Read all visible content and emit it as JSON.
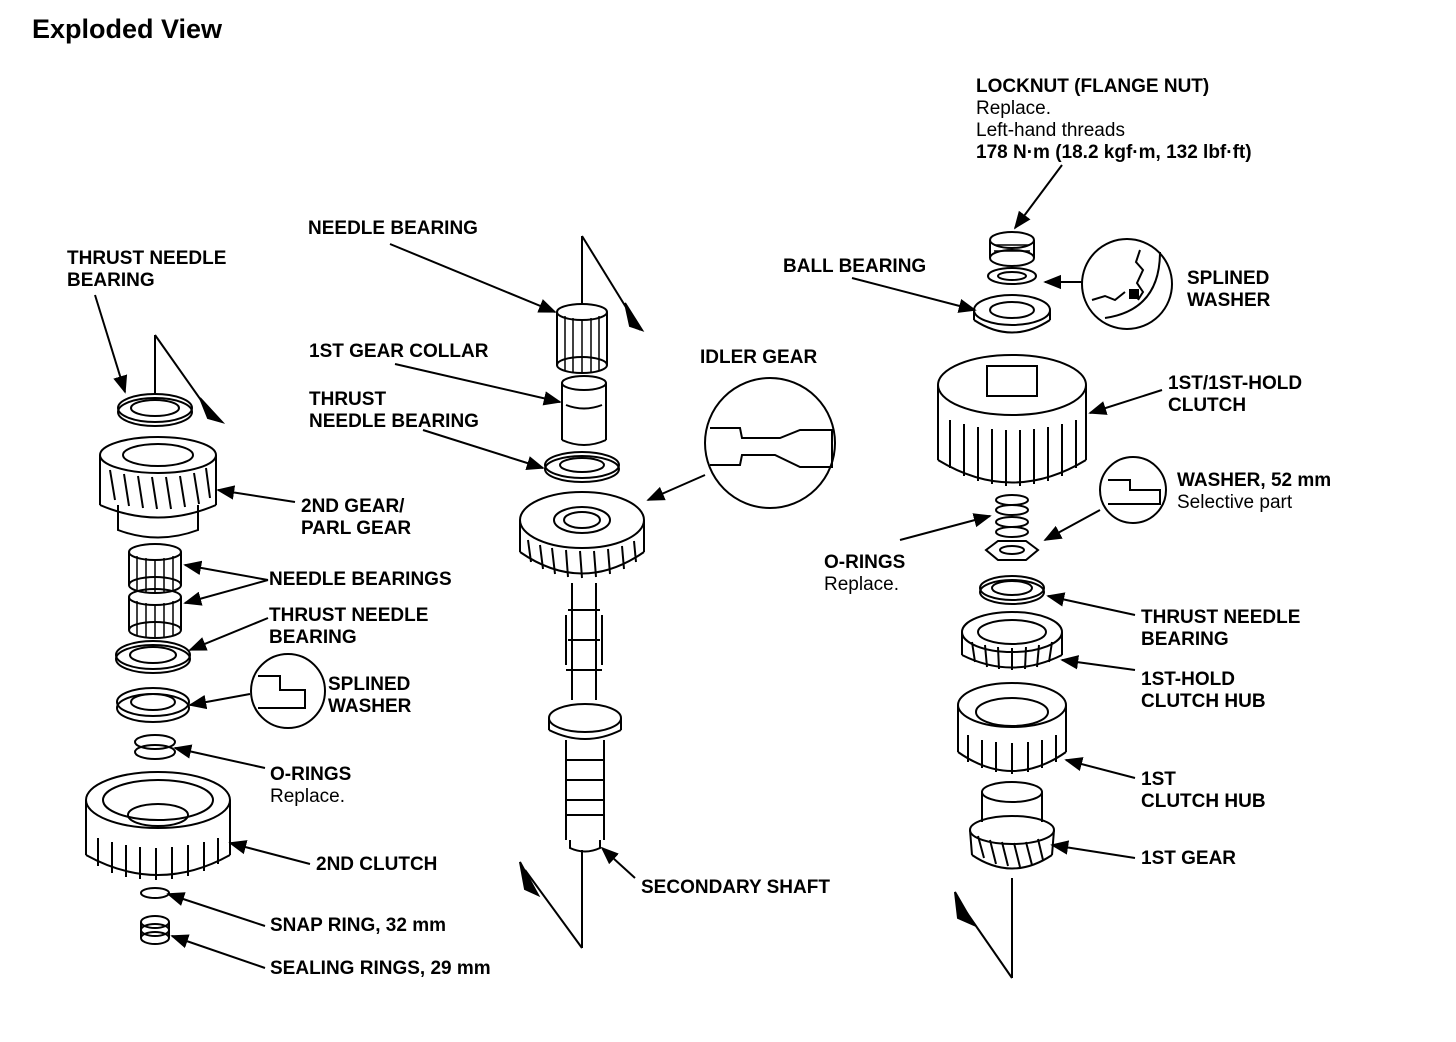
{
  "title": "Exploded View",
  "labels": {
    "thrust_needle_bearing_top_left": [
      "THRUST NEEDLE",
      "BEARING"
    ],
    "second_gear": [
      "2ND GEAR/",
      "PARL GEAR"
    ],
    "needle_bearings": "NEEDLE BEARINGS",
    "thrust_needle_bearing_mid_left": [
      "THRUST NEEDLE",
      "BEARING"
    ],
    "splined_washer_left": [
      "SPLINED",
      "WASHER"
    ],
    "o_rings_left": {
      "name": "O-RINGS",
      "note": "Replace."
    },
    "second_clutch": "2ND CLUTCH",
    "snap_ring": "SNAP RING, 32 mm",
    "sealing_rings": "SEALING RINGS, 29 mm",
    "needle_bearing_center": "NEEDLE BEARING",
    "first_gear_collar": "1ST GEAR COLLAR",
    "thrust_needle_bearing_center": [
      "THRUST",
      "NEEDLE BEARING"
    ],
    "idler_gear": "IDLER GEAR",
    "secondary_shaft": "SECONDARY SHAFT",
    "locknut": {
      "name": "LOCKNUT (FLANGE NUT)",
      "note1": "Replace.",
      "note2": "Left-hand threads",
      "torque": "178 N·m (18.2 kgf·m, 132 lbf·ft)"
    },
    "ball_bearing": "BALL BEARING",
    "splined_washer_right": [
      "SPLINED",
      "WASHER"
    ],
    "first_clutch": [
      "1ST/1ST-HOLD",
      "CLUTCH"
    ],
    "washer_52": {
      "name": "WASHER, 52 mm",
      "note": "Selective part"
    },
    "o_rings_right": {
      "name": "O-RINGS",
      "note": "Replace."
    },
    "thrust_needle_bearing_right": [
      "THRUST NEEDLE",
      "BEARING"
    ],
    "first_hold_clutch_hub": [
      "1ST-HOLD",
      "CLUTCH HUB"
    ],
    "first_clutch_hub": [
      "1ST",
      "CLUTCH HUB"
    ],
    "first_gear": "1ST GEAR"
  }
}
